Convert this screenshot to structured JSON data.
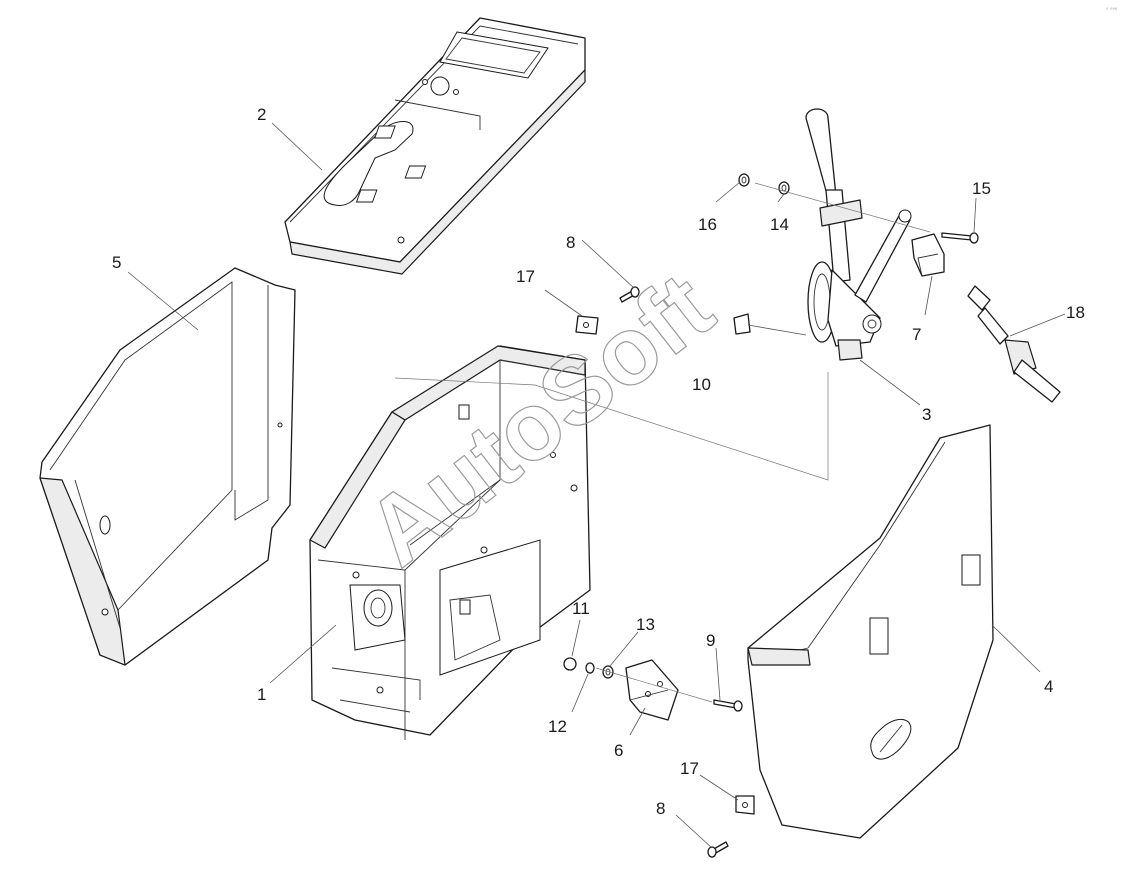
{
  "watermark": "AutoSoft",
  "corner_mark": "° °°°",
  "callouts": [
    {
      "id": "1",
      "label": "1"
    },
    {
      "id": "2",
      "label": "2"
    },
    {
      "id": "3",
      "label": "3"
    },
    {
      "id": "4",
      "label": "4"
    },
    {
      "id": "5",
      "label": "5"
    },
    {
      "id": "6",
      "label": "6"
    },
    {
      "id": "7",
      "label": "7"
    },
    {
      "id": "8a",
      "label": "8"
    },
    {
      "id": "8b",
      "label": "8"
    },
    {
      "id": "9",
      "label": "9"
    },
    {
      "id": "10",
      "label": "10"
    },
    {
      "id": "11",
      "label": "11"
    },
    {
      "id": "12",
      "label": "12"
    },
    {
      "id": "13",
      "label": "13"
    },
    {
      "id": "14",
      "label": "14"
    },
    {
      "id": "15",
      "label": "15"
    },
    {
      "id": "16",
      "label": "16"
    },
    {
      "id": "17a",
      "label": "17"
    },
    {
      "id": "17b",
      "label": "17"
    },
    {
      "id": "18",
      "label": "18"
    }
  ]
}
